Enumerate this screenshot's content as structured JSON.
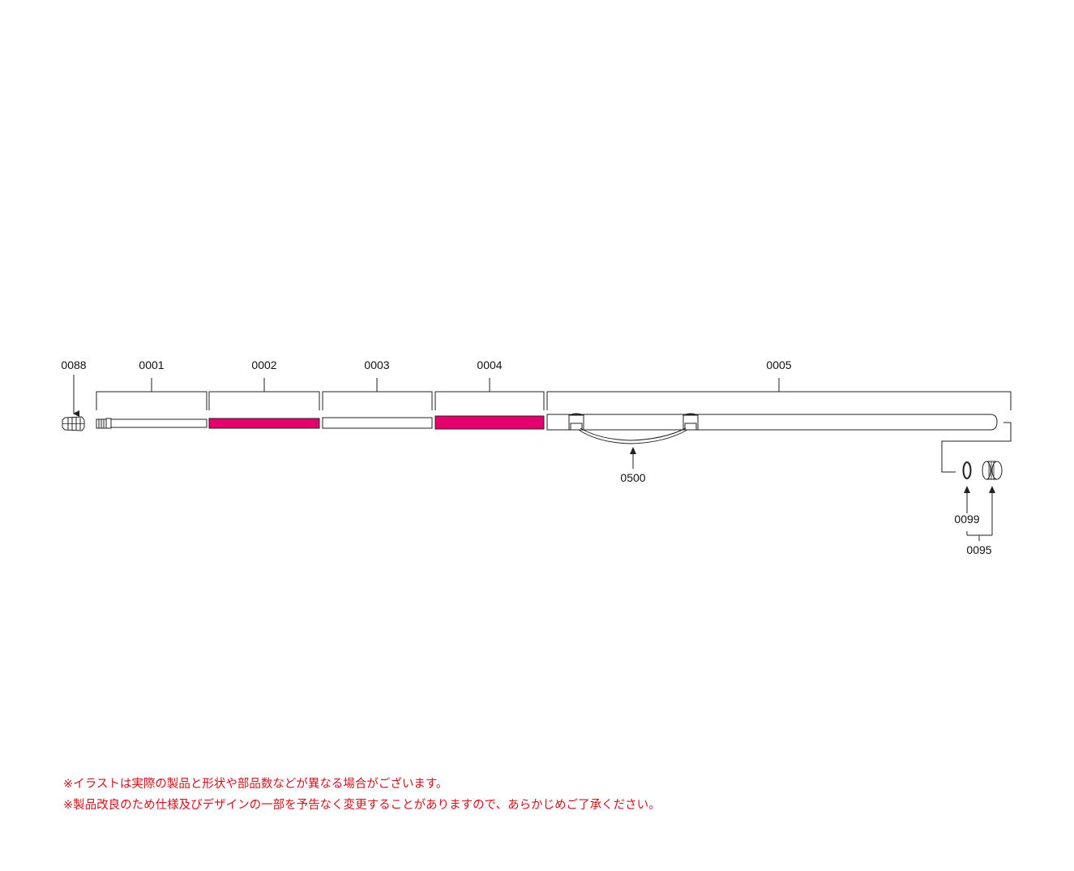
{
  "colors": {
    "accent_section": "#e6006e",
    "line": "#222222",
    "note_text": "#d0121b"
  },
  "parts": [
    {
      "id": "0088",
      "name": "tip-cap"
    },
    {
      "id": "0001",
      "name": "section-1"
    },
    {
      "id": "0002",
      "name": "section-2"
    },
    {
      "id": "0003",
      "name": "section-3"
    },
    {
      "id": "0004",
      "name": "section-4"
    },
    {
      "id": "0005",
      "name": "section-5"
    },
    {
      "id": "0500",
      "name": "handle-strap"
    },
    {
      "id": "0099",
      "name": "o-ring"
    },
    {
      "id": "0095",
      "name": "butt-cap-assembly"
    }
  ],
  "notes": [
    "※イラストは実際の製品と形状や部品数などが異なる場合がございます。",
    "※製品改良のため仕様及びデザインの一部を予告なく変更することがありますので、あらかじめご了承ください。"
  ]
}
